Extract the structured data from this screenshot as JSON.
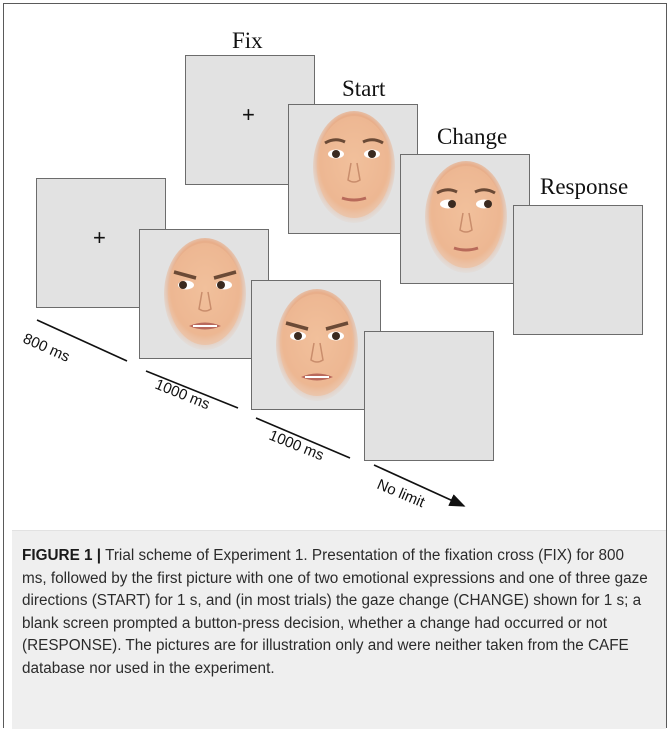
{
  "figure": {
    "stage_titles": [
      "Fix",
      "Start",
      "Change",
      "Response"
    ],
    "fixation_symbol": "+",
    "durations": [
      "800 ms",
      "1000 ms",
      "1000 ms",
      "No limit"
    ]
  },
  "caption": {
    "label": "FIGURE 1 |",
    "text": "Trial scheme of Experiment 1. Presentation of the fixation cross (FIX) for 800 ms, followed by the first picture with one of two emotional expressions and one of three gaze directions (START) for 1 s, and (in most trials) the gaze change (CHANGE) shown for 1 s; a blank screen prompted a button-press decision, whether a change had occurred or not (RESPONSE). The pictures are for illustration only and were neither taken from the CAFE database nor used in the experiment."
  }
}
